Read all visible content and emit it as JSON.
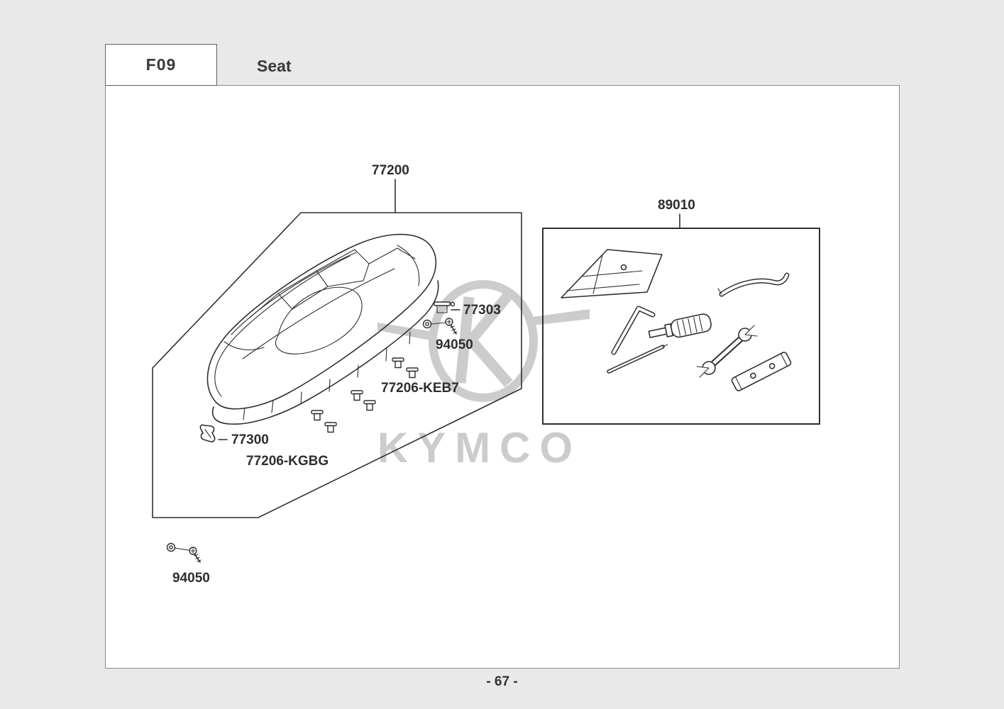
{
  "header": {
    "section_code": "F09",
    "section_title": "Seat"
  },
  "footer": {
    "page_number": "- 67 -"
  },
  "watermark": {
    "brand": "KYMCO"
  },
  "parts": {
    "seat_assembly": {
      "label": "77200"
    },
    "tool_kit": {
      "label": "89010"
    },
    "seat_hinge": {
      "label": "77303"
    },
    "screw_upper": {
      "label": "94050"
    },
    "cushion_keb7": {
      "label": "77206-KEB7"
    },
    "seat_catch": {
      "label": "77300"
    },
    "cushion_kgbg": {
      "label": "77206-KGBG"
    },
    "screw_lower": {
      "label": "94050"
    }
  }
}
